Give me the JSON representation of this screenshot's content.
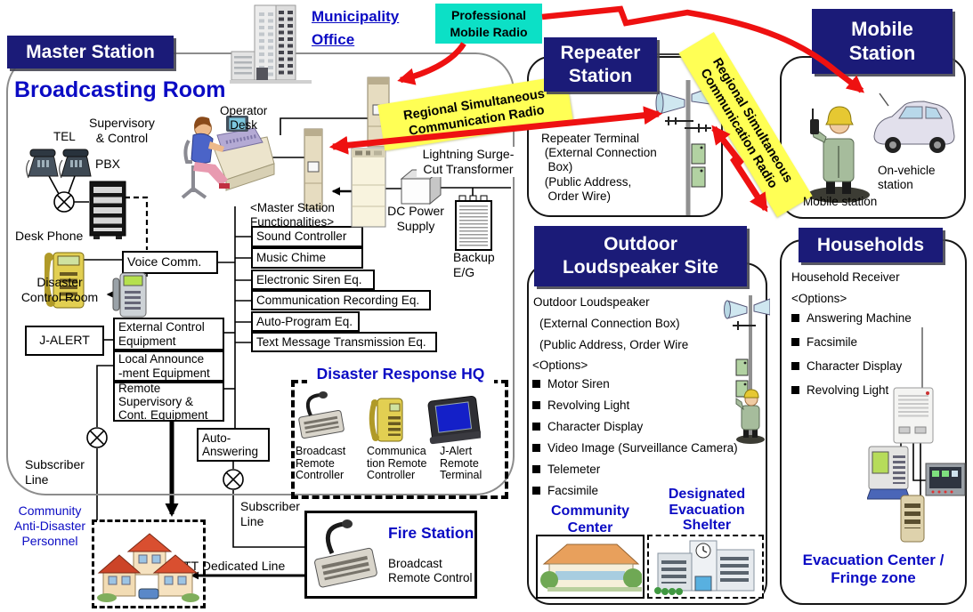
{
  "top": {
    "municipality": "Municipality\nOffice",
    "pro_mobile_radio": "Professional\nMobile Radio",
    "regional_radio_a": "Regional Simultaneous\nCommunication Radio",
    "regional_radio_b": "Regional Simultaneous\nCommunication Radio"
  },
  "master": {
    "title": "Master Station",
    "room": "Broadcasting Room",
    "tel": "TEL",
    "supervisory": "Supervisory\n& Control",
    "operator_desk": "Operator\nDesk",
    "pbx": "PBX",
    "desk_phone": "Desk Phone",
    "voice_comm": "Voice Comm.",
    "disaster_room": "Disaster\nControl Room",
    "j_alert": "J-ALERT",
    "external_control": "External Control\nEquipment",
    "local_announcement": "Local Announce\n-ment Equipment",
    "remote_supervisory": "Remote\nSupervisory &\nCont. Equipment",
    "auto_answering": "Auto-\nAnswering",
    "subscriber_left": "Subscriber\nLine",
    "subscriber_right": "Subscriber\nLine",
    "func_heading": "<Master Station\nFunctionalities>",
    "functionalities": [
      "Sound Controller",
      "Music Chime",
      "Electronic Siren Eq.",
      "Communication Recording Eq.",
      "Auto-Program Eq.",
      "Text Message Transmission Eq."
    ],
    "dc_power": "DC Power\nSupply",
    "lightning": "Lightning Surge-\nCut Transformer",
    "backup": "Backup\nE/G",
    "community_personnel": "Community\nAnti-Disaster\nPersonnel",
    "ntt": "NTT Dedicated Line"
  },
  "hq": {
    "title": "Disaster Response HQ",
    "labels": [
      "Broadcast\nRemote\nController",
      "Communica\ntion Remote\nController",
      "J-Alert\nRemote\nTerminal"
    ]
  },
  "fire": {
    "title": "Fire Station",
    "label": "Broadcast\nRemote Control"
  },
  "repeater": {
    "title": "Repeater\nStation",
    "terminal": "Repeater Terminal\n (External Connection\n  Box)\n (Public Address,\n  Order Wire)"
  },
  "mobile": {
    "title": "Mobile\nStation",
    "on_vehicle": "On-vehicle\nstation",
    "station": "Mobile station"
  },
  "outdoor": {
    "title": "Outdoor\nLoudspeaker Site",
    "line1": "Outdoor Loudspeaker",
    "line2": "(External Connection Box)",
    "line3": "(Public Address, Order Wire",
    "options_heading": "<Options>",
    "options": [
      "Motor Siren",
      "Revolving Light",
      "Character Display",
      "Video Image (Surveillance Camera)",
      "Telemeter",
      "Facsimile"
    ],
    "community_center": "Community\nCenter",
    "shelter": "Designated\nEvacuation\nShelter"
  },
  "households": {
    "title": "Households",
    "line1": "Household Receiver",
    "options_heading": "<Options>",
    "options": [
      "Answering Machine",
      "Facsimile",
      "Character Display",
      "Revolving Light"
    ],
    "evacuation": "Evacuation Center /\nFringe zone"
  },
  "colors": {
    "navy": "#1b1b78",
    "blue": "#0b0bc4",
    "red": "#ee1111",
    "yellow": "#ffff55",
    "cyan": "#0ce0c6"
  }
}
